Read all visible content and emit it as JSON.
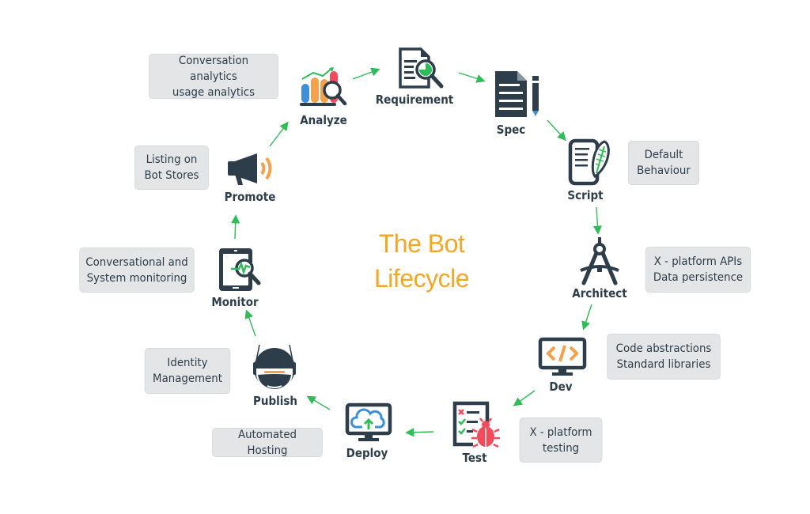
{
  "title": {
    "line1": "The Bot",
    "line2": "Lifecycle"
  },
  "colors": {
    "title": "#f5a623",
    "arrow": "#2ebd59",
    "icon_dark": "#2e3d4a",
    "box_bg": "#e3e5e6"
  },
  "stages": [
    {
      "id": "requirement",
      "label": "Requirement",
      "icon": "document-search-icon"
    },
    {
      "id": "spec",
      "label": "Spec",
      "icon": "document-pen-icon"
    },
    {
      "id": "script",
      "label": "Script",
      "icon": "script-quill-icon",
      "note": "Default\nBehaviour"
    },
    {
      "id": "architect",
      "label": "Architect",
      "icon": "compass-icon",
      "note": "X - platform APIs\nData persistence"
    },
    {
      "id": "dev",
      "label": "Dev",
      "icon": "code-monitor-icon",
      "note": "Code abstractions\nStandard libraries"
    },
    {
      "id": "test",
      "label": "Test",
      "icon": "checklist-bug-icon",
      "note": "X - platform\ntesting"
    },
    {
      "id": "deploy",
      "label": "Deploy",
      "icon": "cloud-upload-monitor-icon",
      "note": "Automated Hosting"
    },
    {
      "id": "publish",
      "label": "Publish",
      "icon": "headset-bot-icon",
      "note": "Identity\nManagement"
    },
    {
      "id": "monitor",
      "label": "Monitor",
      "icon": "tablet-monitor-icon",
      "note": "Conversational and\nSystem monitoring"
    },
    {
      "id": "promote",
      "label": "Promote",
      "icon": "megaphone-icon",
      "note": "Listing on\nBot Stores"
    },
    {
      "id": "analyze",
      "label": "Analyze",
      "icon": "analytics-chart-icon",
      "note": "Conversation analytics\nusage analytics"
    }
  ]
}
